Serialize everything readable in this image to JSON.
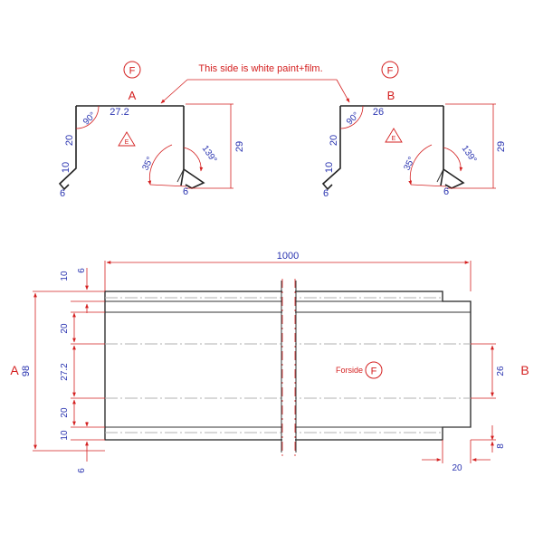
{
  "note": "This side is white paint+film.",
  "marks": {
    "finish": "F",
    "edge": "E"
  },
  "profile_a": {
    "label": "A",
    "dims": {
      "top": "27.2",
      "height": "29",
      "side": "20",
      "bend": "10",
      "hem_left": "6",
      "hem_right": "6"
    },
    "angles": {
      "corner": "90°",
      "inner": "139°",
      "flare": "35°"
    }
  },
  "profile_b": {
    "label": "B",
    "dims": {
      "top": "26",
      "height": "29",
      "side": "20",
      "bend": "10",
      "hem_left": "6",
      "hem_right": "6"
    },
    "angles": {
      "corner": "90°",
      "inner": "139°",
      "flare": "35°"
    }
  },
  "flat": {
    "end_a": "A",
    "end_b": "B",
    "length": "1000",
    "forside": "Forside",
    "left_dims": {
      "total": "98",
      "d10_top": "10",
      "d6_top": "6",
      "d20_upper": "20",
      "d27": "27.2",
      "d20_lower": "20",
      "d10_bottom": "10",
      "d6_bottom": "6"
    },
    "right_dims": {
      "d26": "26",
      "d8": "8",
      "d20": "20"
    }
  },
  "colors": {
    "red": "#d42020",
    "blue": "#2a34b0",
    "line": "#222222"
  }
}
